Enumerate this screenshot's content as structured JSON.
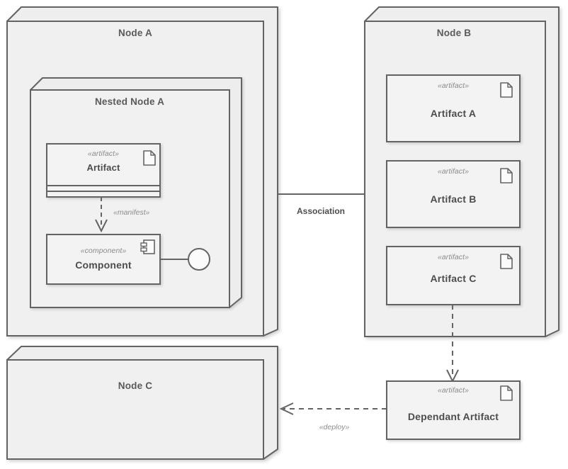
{
  "diagram": {
    "type": "uml-deployment-diagram",
    "background_color": "#ffffff",
    "node_fill": "#f0f0f0",
    "box_fill": "#f2f2f2",
    "stroke_color": "#666666",
    "text_color": "#5a5a5a",
    "stereotype_color": "#8a8a8a"
  },
  "nodes": {
    "node_a": {
      "label": "Node A",
      "stereotype": ""
    },
    "nested_node_a": {
      "label": "Nested Node A",
      "stereotype": ""
    },
    "node_b": {
      "label": "Node B",
      "stereotype": ""
    },
    "node_c": {
      "label": "Node C",
      "stereotype": ""
    }
  },
  "artifacts": {
    "artifact_in_nested": {
      "stereotype": "«artifact»",
      "name": "Artifact",
      "icon": "document-icon",
      "compartments": 2
    },
    "artifact_a": {
      "stereotype": "«artifact»",
      "name": "Artifact A",
      "icon": "document-icon"
    },
    "artifact_b": {
      "stereotype": "«artifact»",
      "name": "Artifact B",
      "icon": "document-icon"
    },
    "artifact_c": {
      "stereotype": "«artifact»",
      "name": "Artifact C",
      "icon": "document-icon"
    },
    "dependant_artifact": {
      "stereotype": "«artifact»",
      "name": "Dependant Artifact",
      "icon": "document-icon"
    }
  },
  "components": {
    "component": {
      "stereotype": "«component»",
      "name": "Component",
      "icon": "component-icon",
      "provided_interface": "ball-interface"
    }
  },
  "edges": {
    "manifest": {
      "label": "«manifest»",
      "style": "dashed",
      "arrow": "open-arrow",
      "from": "artifact_in_nested",
      "to": "component"
    },
    "association": {
      "label": "Association",
      "style": "solid",
      "arrow": "none",
      "from": "node_a",
      "to": "node_b"
    },
    "artifact_c_dependency": {
      "label": "",
      "style": "dashed",
      "arrow": "open-arrow",
      "from": "artifact_c",
      "to": "dependant_artifact"
    },
    "deploy": {
      "label": "«deploy»",
      "style": "dashed",
      "arrow": "open-arrow",
      "from": "dependant_artifact",
      "to": "node_c"
    }
  }
}
